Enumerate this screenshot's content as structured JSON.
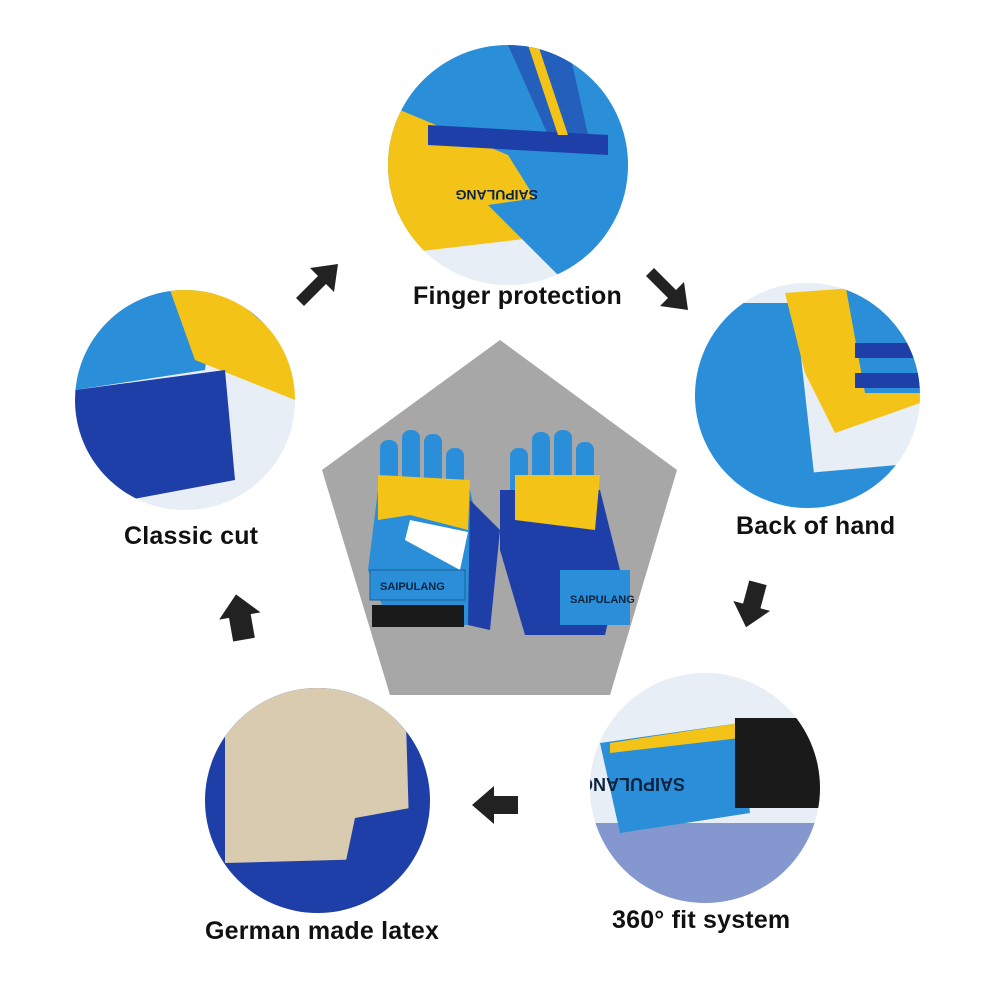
{
  "features": {
    "top": {
      "label": "Finger protection",
      "icon": "finger-protection-closeup"
    },
    "right": {
      "label": "Back of hand",
      "icon": "back-of-hand-closeup"
    },
    "bottom_right": {
      "label": "360° fit system",
      "icon": "wrist-strap-closeup"
    },
    "bottom_left": {
      "label": "German made latex",
      "icon": "latex-palm-closeup"
    },
    "left": {
      "label": "Classic cut",
      "icon": "classic-cut-closeup"
    }
  },
  "center": {
    "brand_text": "SAIPULANG",
    "icon": "goalkeeper-gloves-pair"
  },
  "arrows": [
    "arrow-right-up",
    "arrow-right-down",
    "arrow-down",
    "arrow-left",
    "arrow-up"
  ],
  "colors": {
    "glove_blue": "#2a8fd8",
    "glove_dark_blue": "#1f3fa8",
    "glove_yellow": "#f3c318",
    "pentagon_gray": "#a5a5a5",
    "latex_beige": "#d8cbb0",
    "text": "#111111"
  }
}
